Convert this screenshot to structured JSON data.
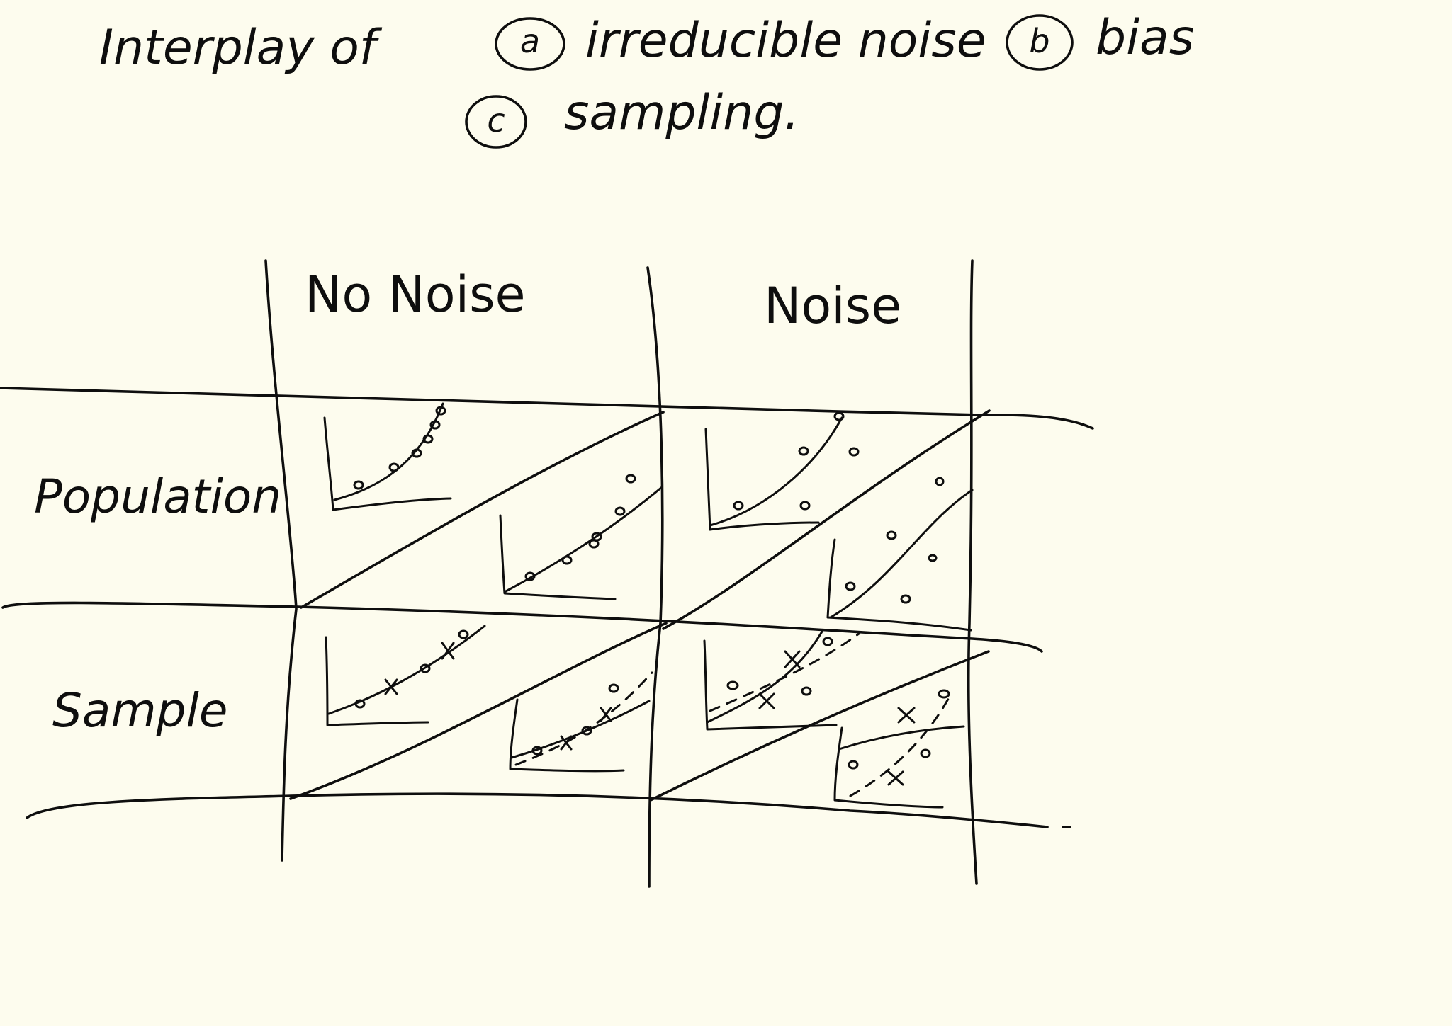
{
  "title": {
    "lead": "Interplay of",
    "items": [
      {
        "letter": "a",
        "text": "irreducible noise"
      },
      {
        "letter": "b",
        "text": "bias"
      },
      {
        "letter": "c",
        "text": "sampling."
      }
    ]
  },
  "columns": [
    "No Noise",
    "Noise"
  ],
  "rows": [
    "Population",
    "Sample"
  ],
  "panels": [
    {
      "row": "Population",
      "column": "No Noise",
      "noise": false,
      "sampled": false
    },
    {
      "row": "Population",
      "column": "Noise",
      "noise": true,
      "sampled": false
    },
    {
      "row": "Sample",
      "column": "No Noise",
      "noise": false,
      "sampled": true
    },
    {
      "row": "Sample",
      "column": "Noise",
      "noise": true,
      "sampled": true
    }
  ]
}
